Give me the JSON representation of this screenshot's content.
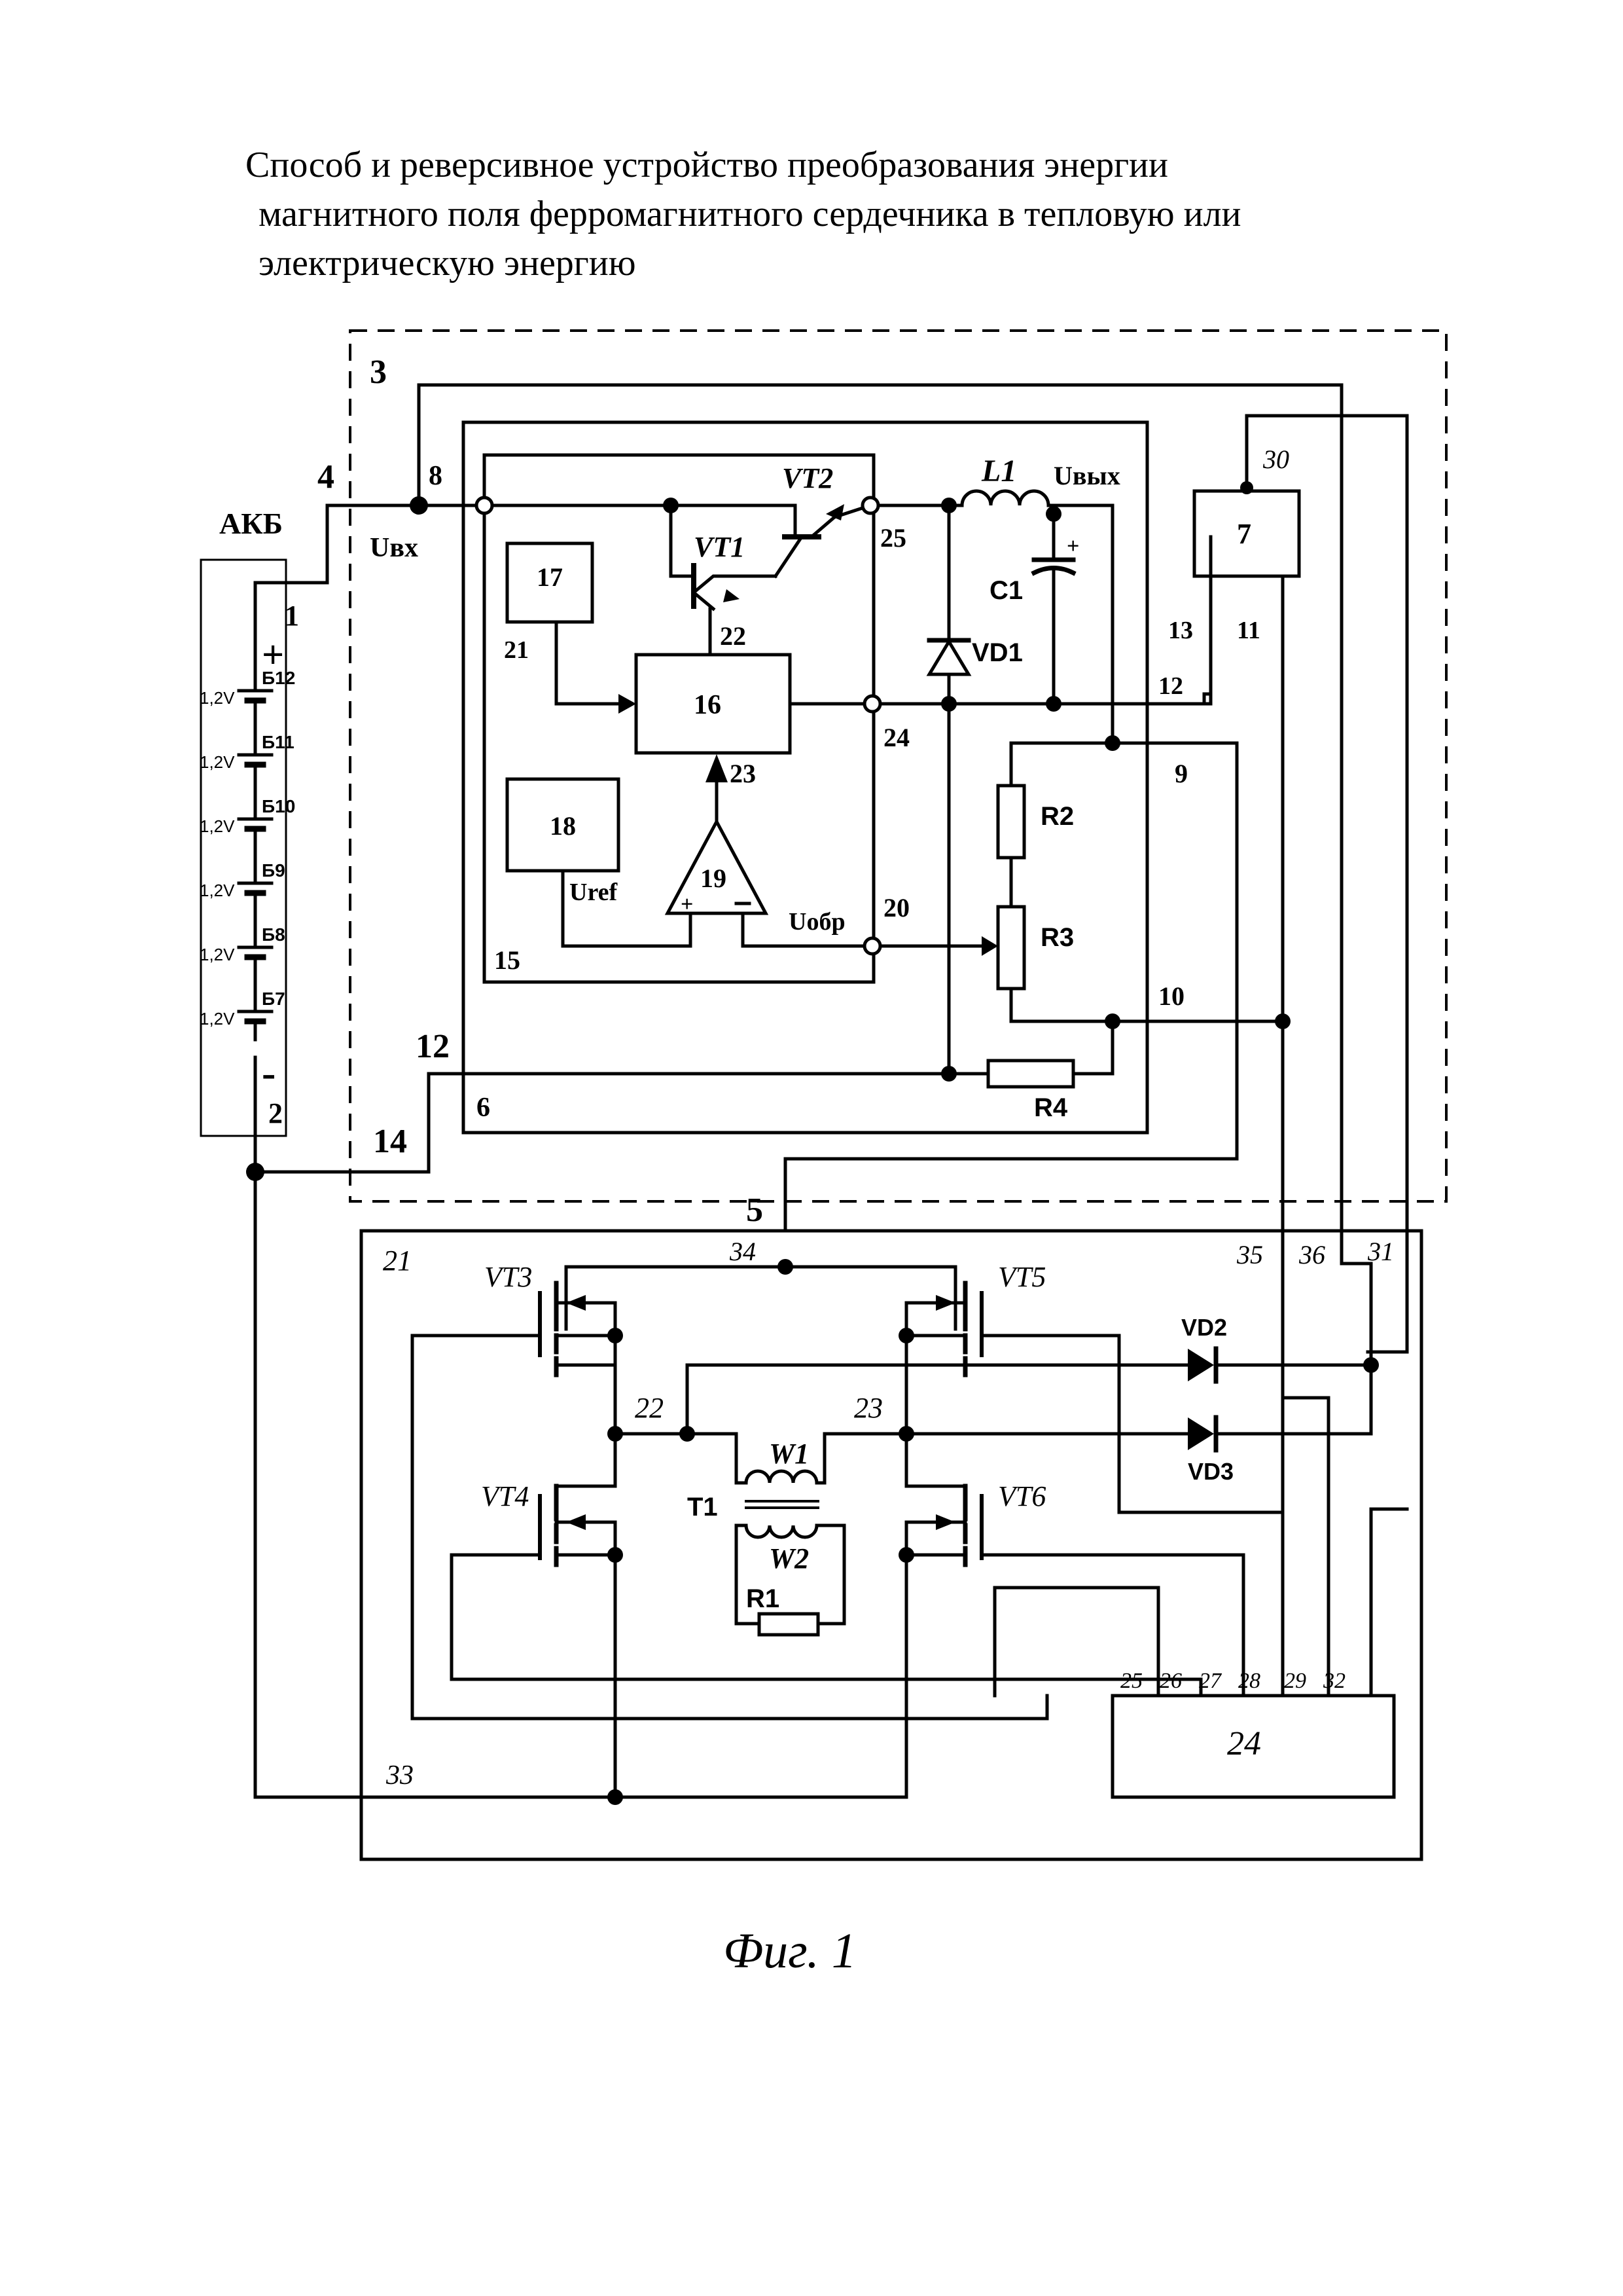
{
  "title_lines": [
    "Способ и реверсивное устройство преобразования энергии",
    "магнитного поля ферромагнитного сердечника в тепловую или",
    "электрическую энергию"
  ],
  "caption": "Фиг. 1",
  "battery": {
    "label": "АКБ",
    "plus": "+",
    "minus": "-",
    "cells": [
      {
        "name": "Б12",
        "voltage": "1,2V"
      },
      {
        "name": "Б11",
        "voltage": "1,2V"
      },
      {
        "name": "Б10",
        "voltage": "1,2V"
      },
      {
        "name": "Б9",
        "voltage": "1,2V"
      },
      {
        "name": "Б8",
        "voltage": "1,2V"
      },
      {
        "name": "Б7",
        "voltage": "1,2V"
      }
    ],
    "terminal_plus": "1",
    "terminal_minus": "2"
  },
  "signals": {
    "uin": "Uвх",
    "uout": "Uвых",
    "uref": "Uref",
    "ufb": "Uобр"
  },
  "blocks": {
    "b17": "17",
    "b16": "16",
    "b18": "18",
    "b19": "19",
    "b7": "7",
    "b24": "24"
  },
  "components": {
    "vt1": "VT1",
    "vt2": "VT2",
    "l1": "L1",
    "c1": "C1",
    "vd1": "VD1",
    "r2": "R2",
    "r3": "R3",
    "r4": "R4",
    "vt3": "VT3",
    "vt4": "VT4",
    "vt5": "VT5",
    "vt6": "VT6",
    "vd2": "VD2",
    "vd3": "VD3",
    "t1": "T1",
    "w1": "W1",
    "w2": "W2",
    "r1": "R1"
  },
  "numbers": {
    "n3": "3",
    "n4": "4",
    "n8": "8",
    "n25": "25",
    "n22": "22",
    "n21": "21",
    "n23": "23",
    "n24": "24",
    "n20": "20",
    "n15": "15",
    "n6": "6",
    "n12a": "12",
    "n12b": "12",
    "n14": "14",
    "n5": "5",
    "n9": "9",
    "n10": "10",
    "n13": "13",
    "n11": "11",
    "n30": "30",
    "p_plus": "+"
  },
  "lower": {
    "n21": "21",
    "n34": "34",
    "n35": "35",
    "n36": "36",
    "n31": "31",
    "n22": "22",
    "n23": "23",
    "n33": "33",
    "pins": [
      "25",
      "26",
      "27",
      "28",
      "29",
      "32"
    ]
  }
}
